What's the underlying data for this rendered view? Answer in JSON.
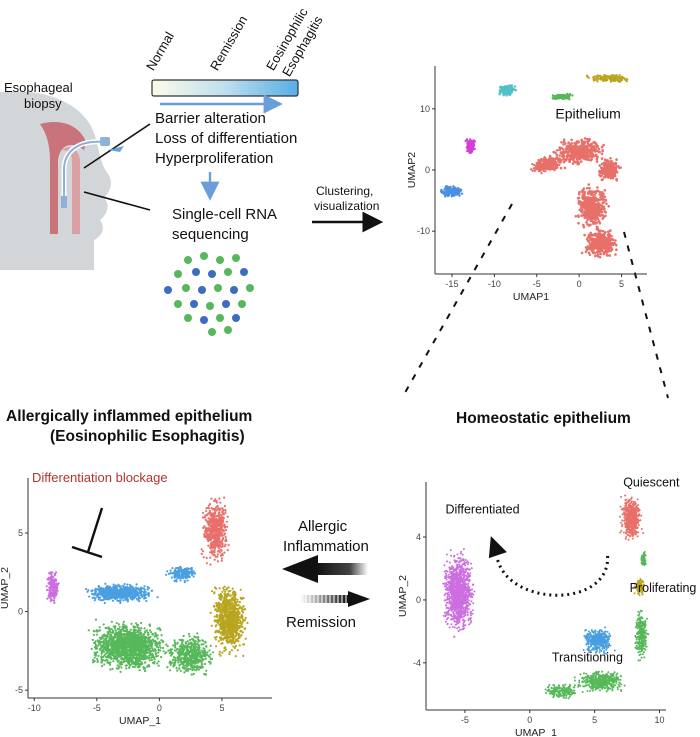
{
  "colors": {
    "epithelium": "#e8706a",
    "quiescent": "#e8706a",
    "proliferating": "#b9a520",
    "transitioning": "#4a9fe0",
    "differentiated": "#cc6ee0",
    "green_cluster": "#56b85a",
    "teal_cluster": "#52c0c8",
    "magenta_cluster": "#d23fd6",
    "blue_cluster": "#4a8fe0",
    "olive_cluster": "#b9a520",
    "arrow_blue": "#6a9ed8",
    "blocked_text": "#b5332d"
  },
  "top_left": {
    "biopsy_label_line1": "Esophageal",
    "biopsy_label_line2": "biopsy",
    "gradient_labels": [
      "Normal",
      "Remission",
      "Eosinophilic",
      "Esophagitis"
    ],
    "changes": [
      "Barrier alteration",
      "Loss of differentiation",
      "Hyperproliferation"
    ],
    "scrnaseq_line1": "Single-cell RNA",
    "scrnaseq_line2": "sequencing",
    "clustering_line1": "Clustering,",
    "clustering_line2": "visualization"
  },
  "chart_data": [
    {
      "type": "scatter",
      "label_epithelium": "Epithelium",
      "xlabel": "UMAP1",
      "ylabel": "UMAP2",
      "x_ticks": [
        "-15",
        "-10",
        "-5",
        "0",
        "5"
      ],
      "y_ticks": [
        "10",
        "0",
        "-10"
      ],
      "xlim": [
        -17,
        8
      ],
      "ylim": [
        -17,
        17
      ],
      "clusters": [
        {
          "color_key": "epithelium",
          "center": [
            0,
            -3
          ],
          "approx_extent": [
            [
              -7,
              5
            ],
            [
              -15,
              6
            ]
          ]
        },
        {
          "color_key": "olive_cluster",
          "center": [
            3.5,
            15
          ],
          "approx_extent": [
            [
              0,
              7
            ],
            [
              14,
              16
            ]
          ]
        },
        {
          "color_key": "green_cluster",
          "center": [
            -2,
            12
          ],
          "approx_extent": [
            [
              -4,
              -0.5
            ],
            [
              11.5,
              12.8
            ]
          ]
        },
        {
          "color_key": "teal_cluster",
          "center": [
            -8.5,
            13
          ],
          "approx_extent": [
            [
              -10,
              -7
            ],
            [
              11.5,
              14.5
            ]
          ]
        },
        {
          "color_key": "magenta_cluster",
          "center": [
            -12.8,
            4
          ],
          "approx_extent": [
            [
              -13.5,
              -12
            ],
            [
              2,
              6
            ]
          ]
        },
        {
          "color_key": "blue_cluster",
          "center": [
            -15,
            -3.5
          ],
          "approx_extent": [
            [
              -16.5,
              -13
            ],
            [
              -5,
              -2
            ]
          ]
        }
      ]
    },
    {
      "type": "scatter",
      "title": "Allergically inflammed epithelium",
      "subtitle": "(Eosinophilic Esophagitis)",
      "annotation": "Differentiation blockage",
      "xlabel": "UMAP_1",
      "ylabel": "UMAP_2",
      "x_ticks": [
        "-10",
        "-5",
        "0",
        "5"
      ],
      "y_ticks": [
        "5",
        "0",
        "-5"
      ],
      "xlim": [
        -10.5,
        9
      ],
      "ylim": [
        -5.5,
        8.5
      ]
    },
    {
      "type": "scatter",
      "title": "Homeostatic epithelium",
      "xlabel": "UMAP_1",
      "ylabel": "UMAP_2",
      "x_ticks": [
        "-5",
        "0",
        "5",
        "10"
      ],
      "y_ticks": [
        "4",
        "0",
        "-4"
      ],
      "xlim": [
        -8,
        10.5
      ],
      "ylim": [
        -7,
        7.5
      ],
      "cluster_labels": [
        "Quiescent",
        "Differentiated",
        "Proliferating",
        "Transitioning"
      ]
    }
  ],
  "middle": {
    "forward_line1": "Allergic",
    "forward_line2": "Inflammation",
    "backward": "Remission"
  }
}
